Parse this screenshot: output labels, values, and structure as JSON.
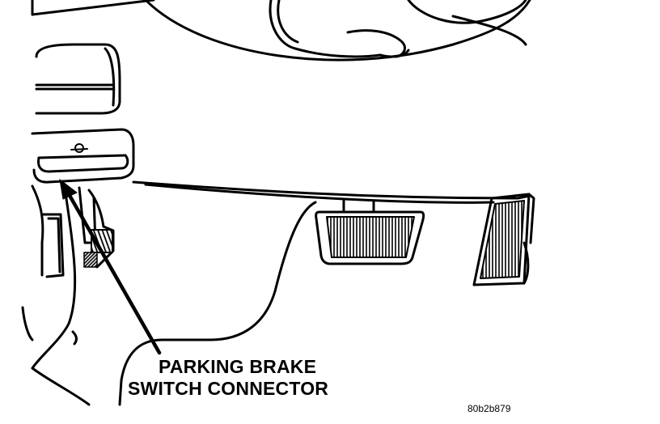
{
  "callout": {
    "line1": "PARKING BRAKE",
    "line2": "SWITCH CONNECTOR"
  },
  "figure_id": "80b2b879",
  "colors": {
    "line": "#000000",
    "background": "#ffffff"
  }
}
